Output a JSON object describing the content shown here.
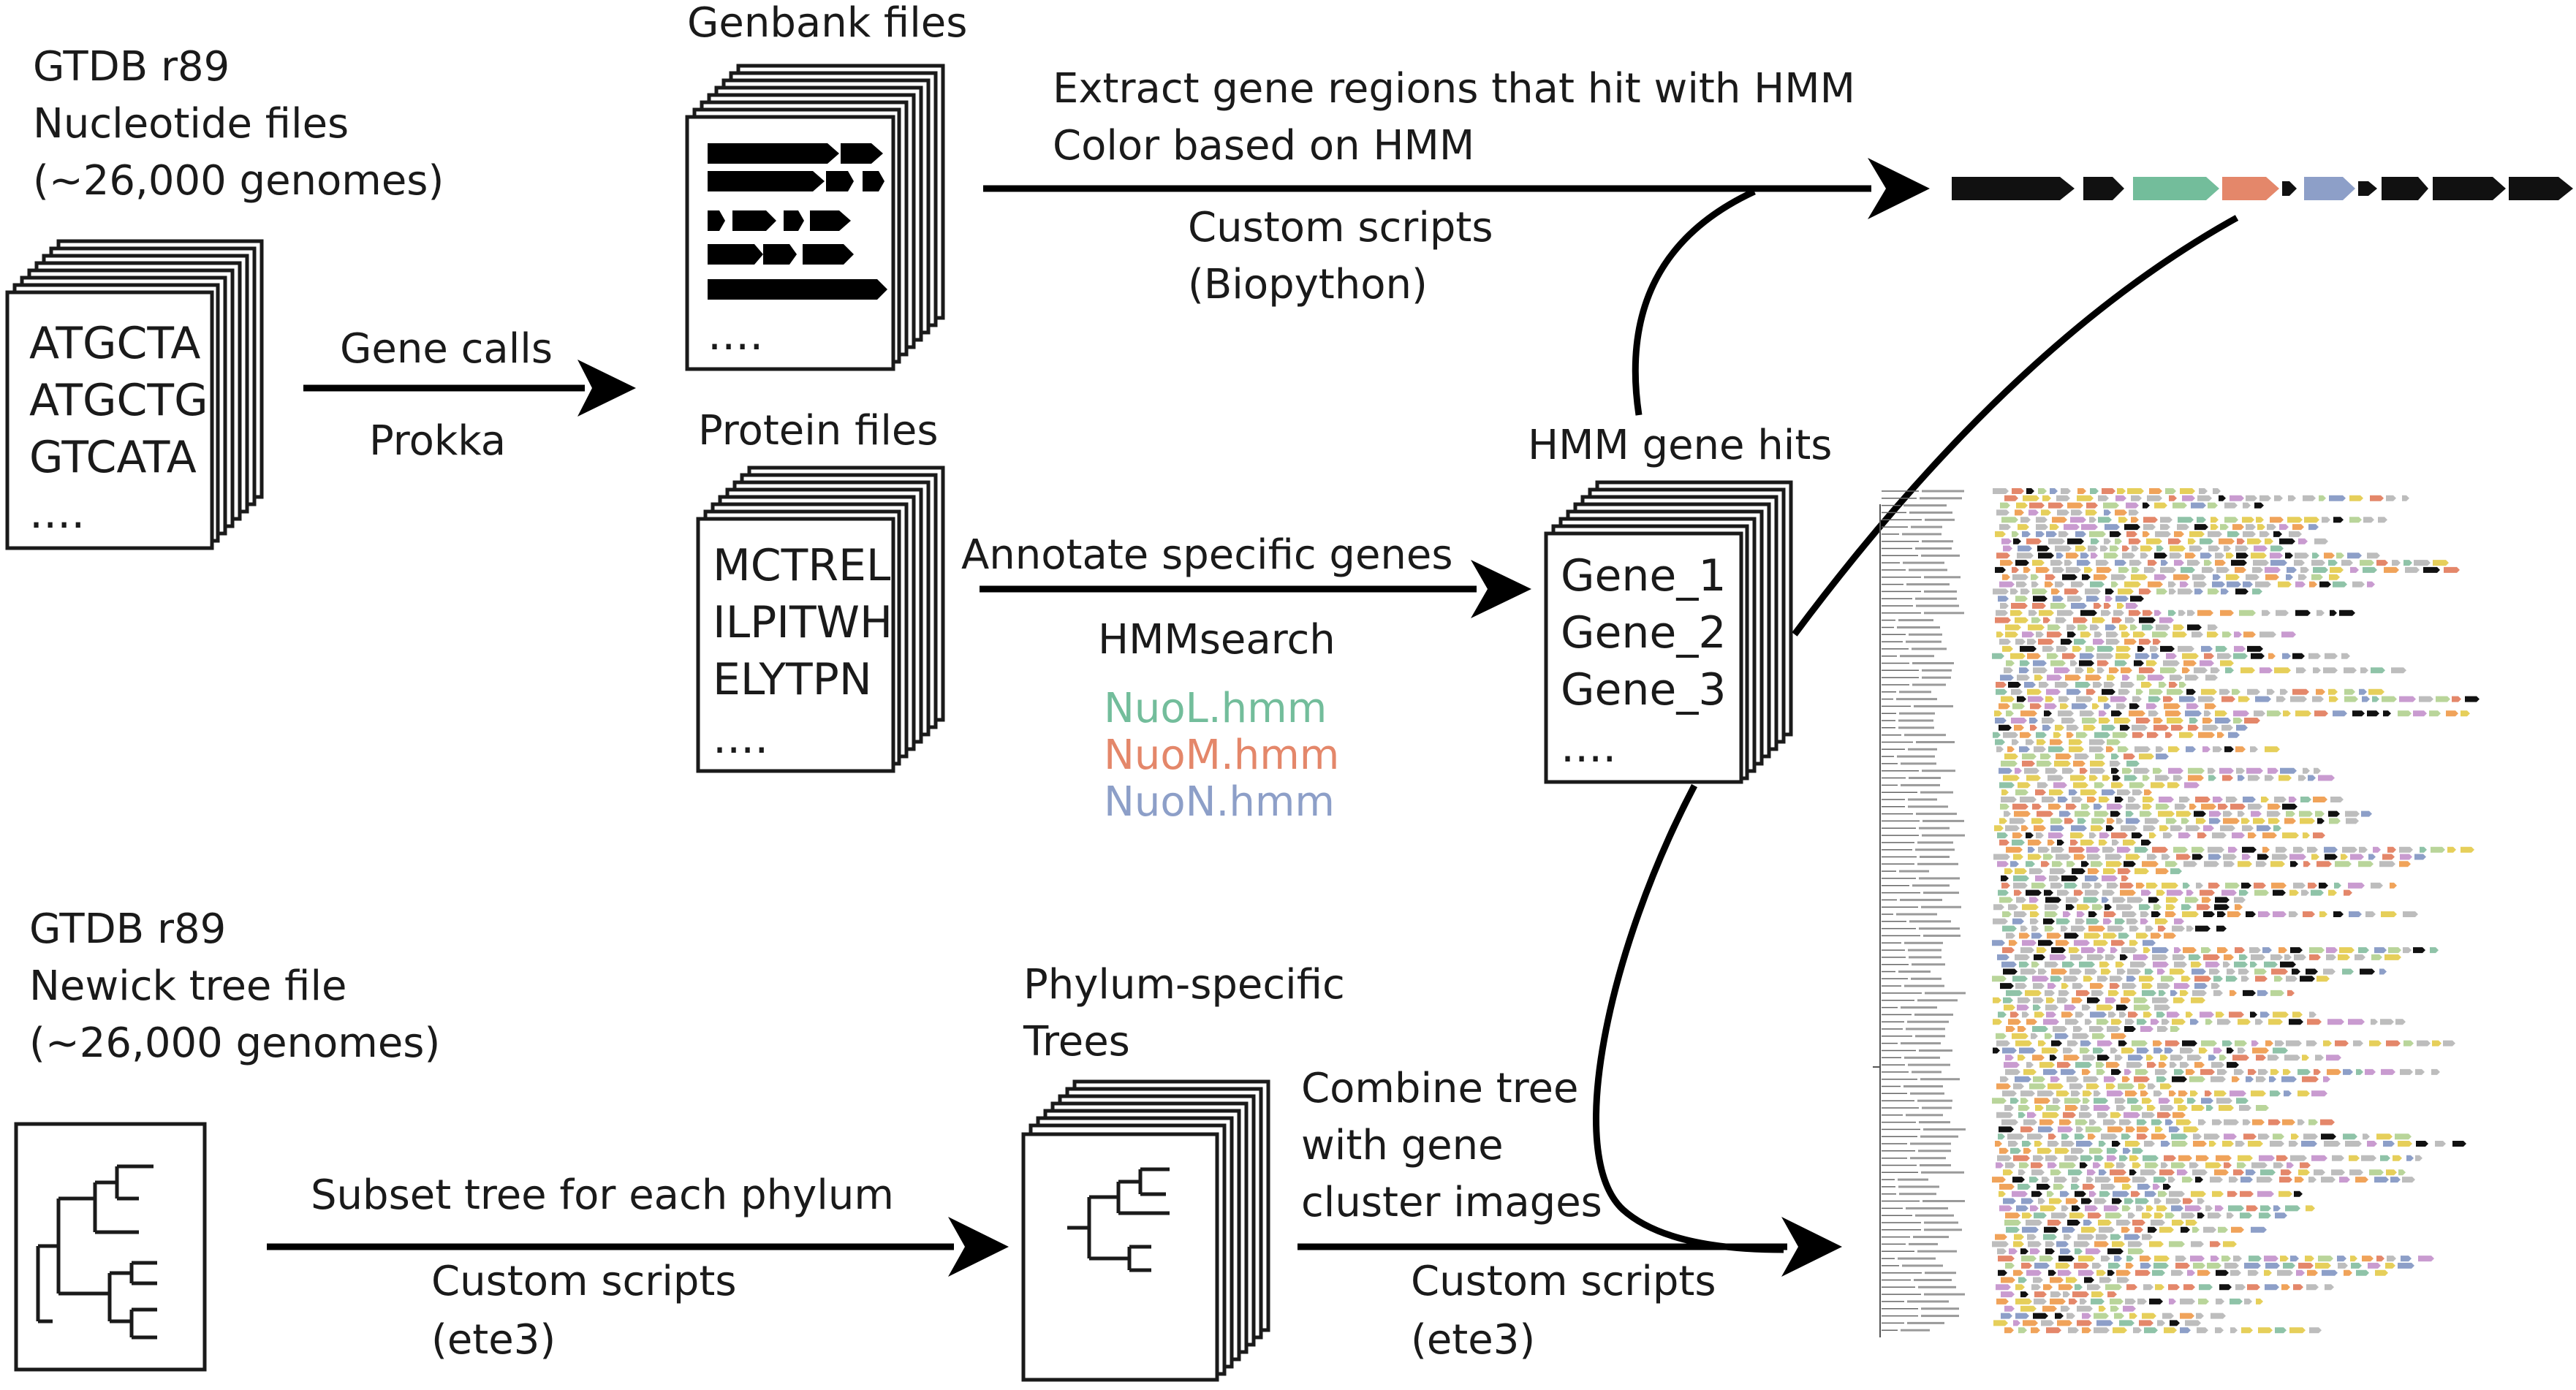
{
  "colors": {
    "ink": "#1a1a1a",
    "nuol": "#73bd9b",
    "nuom": "#e4876a",
    "nuon": "#8d9fc8",
    "black_gene": "#111111"
  },
  "nucleotide": {
    "title_line1": "GTDB r89",
    "title_line2": "Nucleotide files",
    "title_line3": "(~26,000 genomes)",
    "seq1": "ATGCTA",
    "seq2": "ATGCTG",
    "seq3": "GTCATA",
    "ellipsis": "...."
  },
  "step_gene_calls": {
    "top": "Gene calls",
    "bottom": "Prokka"
  },
  "genbank": {
    "title": "Genbank files",
    "ellipsis": "...."
  },
  "protein": {
    "title": "Protein files",
    "seq1": "MCTREL",
    "seq2": "ILPITWH",
    "seq3": "ELYTPN",
    "ellipsis": "...."
  },
  "step_extract": {
    "line1": "Extract gene regions that hit with HMM",
    "line2": "Color based on HMM",
    "line3": "Custom scripts",
    "line4": "(Biopython)"
  },
  "step_annotate": {
    "top": "Annotate specific genes",
    "tool": "HMMsearch",
    "hmm1": "NuoL.hmm",
    "hmm2": "NuoM.hmm",
    "hmm3": "NuoN.hmm"
  },
  "hmm_hits": {
    "title": "HMM gene hits",
    "gene1": "Gene_1",
    "gene2": "Gene_2",
    "gene3": "Gene_3",
    "ellipsis": "...."
  },
  "newick": {
    "title_line1": "GTDB r89",
    "title_line2": "Newick tree file",
    "title_line3": "(~26,000 genomes)"
  },
  "step_subset": {
    "top": "Subset tree for each phylum",
    "bottom1": "Custom scripts",
    "bottom2": "(ete3)"
  },
  "phylum_trees": {
    "title_line1": "Phylum-specific",
    "title_line2": "Trees"
  },
  "step_combine": {
    "line1": "Combine tree",
    "line2": "with gene",
    "line3": "cluster images",
    "bottom1": "Custom scripts",
    "bottom2": "(ete3)"
  },
  "gene_cluster_strip": [
    "black",
    "black",
    "nuol",
    "nuom",
    "nuon",
    "black",
    "black",
    "black",
    "black"
  ]
}
